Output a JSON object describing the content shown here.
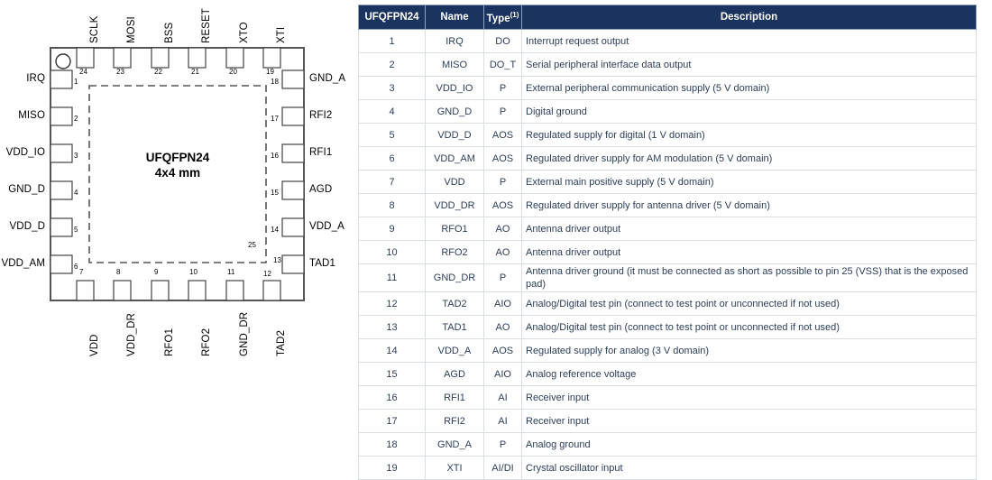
{
  "package": {
    "body_title_line1": "UFQFPN24",
    "body_title_line2": "4x4 mm",
    "exposed_pad_label": "25",
    "pins": {
      "top": [
        {
          "num": "24",
          "label": "SCLK"
        },
        {
          "num": "23",
          "label": "MOSI"
        },
        {
          "num": "22",
          "label": "BSS"
        },
        {
          "num": "21",
          "label": "RESET"
        },
        {
          "num": "20",
          "label": "XTO"
        },
        {
          "num": "19",
          "label": "XTI"
        }
      ],
      "left": [
        {
          "num": "1",
          "label": "IRQ"
        },
        {
          "num": "2",
          "label": "MISO"
        },
        {
          "num": "3",
          "label": "VDD_IO"
        },
        {
          "num": "4",
          "label": "GND_D"
        },
        {
          "num": "5",
          "label": "VDD_D"
        },
        {
          "num": "6",
          "label": "VDD_AM"
        }
      ],
      "right": [
        {
          "num": "18",
          "label": "GND_A"
        },
        {
          "num": "17",
          "label": "RFI2"
        },
        {
          "num": "16",
          "label": "RFI1"
        },
        {
          "num": "15",
          "label": "AGD"
        },
        {
          "num": "14",
          "label": "VDD_A"
        },
        {
          "num": "13",
          "label": "TAD1"
        }
      ],
      "bottom": [
        {
          "num": "7",
          "label": "VDD"
        },
        {
          "num": "8",
          "label": "VDD_DR"
        },
        {
          "num": "9",
          "label": "RFO1"
        },
        {
          "num": "10",
          "label": "RFO2"
        },
        {
          "num": "11",
          "label": "GND_DR"
        },
        {
          "num": "12",
          "label": "TAD2"
        }
      ]
    }
  },
  "table": {
    "headers": {
      "pin": "UFQFPN24",
      "name": "Name",
      "type": "Type",
      "type_footnote": "(1)",
      "description": "Description"
    },
    "header_bg": "#1b335f",
    "header_fg": "#ffffff",
    "body_fg": "#2c3e5a",
    "rows": [
      {
        "pin": "1",
        "name": "IRQ",
        "type": "DO",
        "description": "Interrupt request output"
      },
      {
        "pin": "2",
        "name": "MISO",
        "type": "DO_T",
        "description": "Serial peripheral interface data output"
      },
      {
        "pin": "3",
        "name": "VDD_IO",
        "type": "P",
        "description": "External peripheral communication supply (5 V domain)"
      },
      {
        "pin": "4",
        "name": "GND_D",
        "type": "P",
        "description": "Digital ground"
      },
      {
        "pin": "5",
        "name": "VDD_D",
        "type": "AOS",
        "description": "Regulated supply for digital (1 V domain)"
      },
      {
        "pin": "6",
        "name": "VDD_AM",
        "type": "AOS",
        "description": "Regulated driver supply for AM modulation (5 V domain)"
      },
      {
        "pin": "7",
        "name": "VDD",
        "type": "P",
        "description": "External main positive supply (5 V domain)"
      },
      {
        "pin": "8",
        "name": "VDD_DR",
        "type": "AOS",
        "description": "Regulated driver supply for antenna driver (5 V domain)"
      },
      {
        "pin": "9",
        "name": "RFO1",
        "type": "AO",
        "description": "Antenna driver output"
      },
      {
        "pin": "10",
        "name": "RFO2",
        "type": "AO",
        "description": "Antenna driver output"
      },
      {
        "pin": "11",
        "name": "GND_DR",
        "type": "P",
        "description": "Antenna driver ground (it must be connected as short as possible to pin 25 (VSS) that is the exposed pad)"
      },
      {
        "pin": "12",
        "name": "TAD2",
        "type": "AIO",
        "description": "Analog/Digital test pin (connect to test point or unconnected if not used)"
      },
      {
        "pin": "13",
        "name": "TAD1",
        "type": "AO",
        "description": "Analog/Digital test pin (connect to test point or unconnected if not used)"
      },
      {
        "pin": "14",
        "name": "VDD_A",
        "type": "AOS",
        "description": "Regulated supply for analog (3 V domain)"
      },
      {
        "pin": "15",
        "name": "AGD",
        "type": "AIO",
        "description": "Analog reference voltage"
      },
      {
        "pin": "16",
        "name": "RFI1",
        "type": "AI",
        "description": "Receiver input"
      },
      {
        "pin": "17",
        "name": "RFI2",
        "type": "AI",
        "description": "Receiver input"
      },
      {
        "pin": "18",
        "name": "GND_A",
        "type": "P",
        "description": "Analog ground"
      },
      {
        "pin": "19",
        "name": "XTI",
        "type": "AI/DI",
        "description": "Crystal oscillator input"
      }
    ]
  }
}
